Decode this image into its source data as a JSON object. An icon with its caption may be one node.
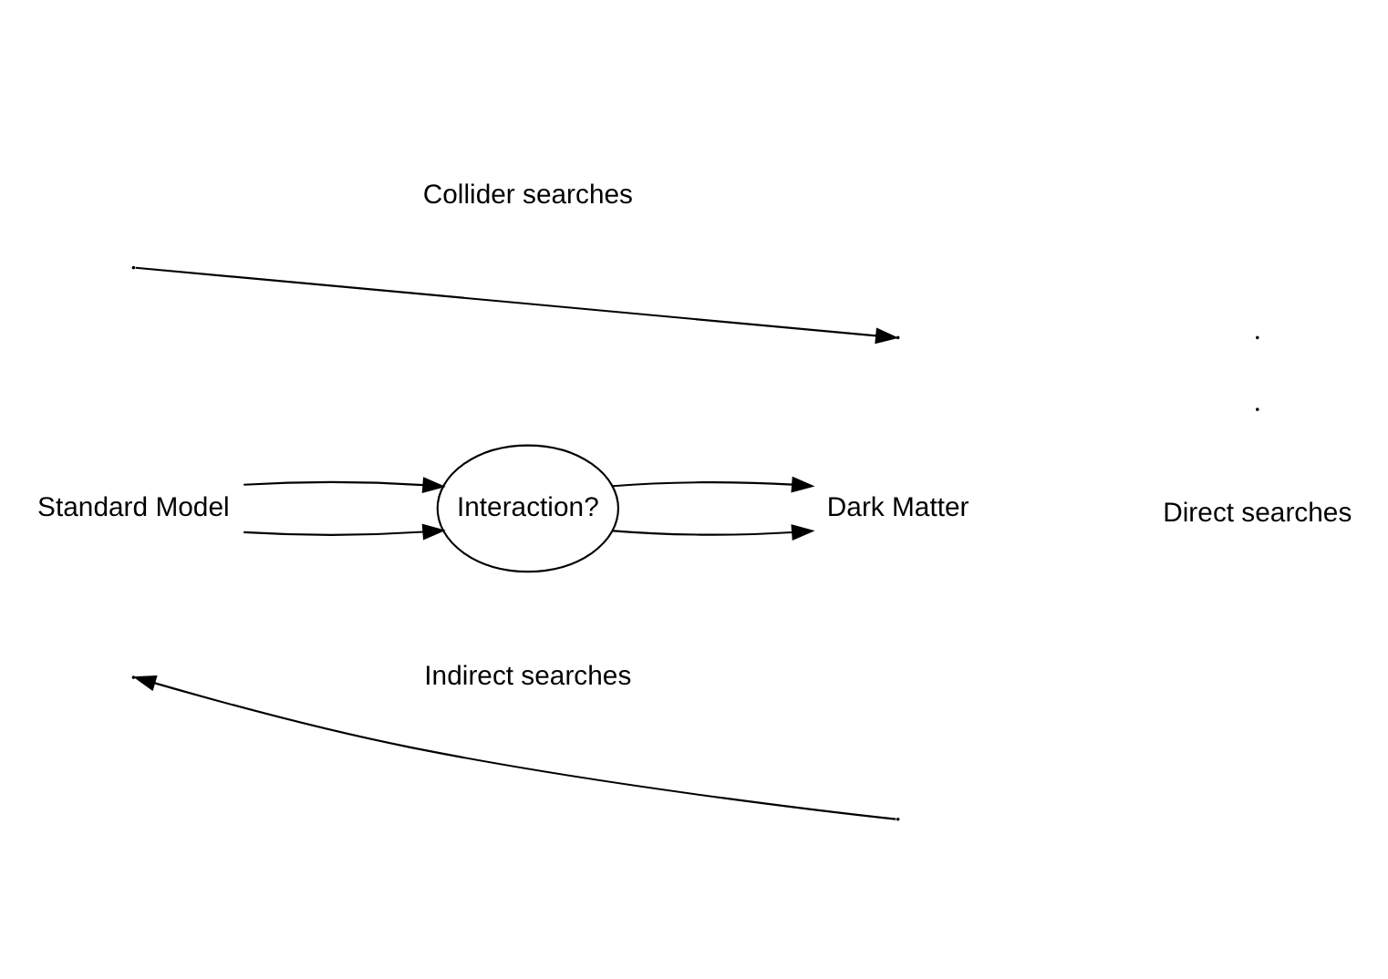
{
  "diagram": {
    "nodes": [
      {
        "text": [
          "Standard Model"
        ]
      },
      {
        "text": [
          "Interaction?"
        ]
      },
      {
        "text": [
          "Dark Matter"
        ]
      }
    ],
    "edges": [
      {
        "from": 0,
        "to": 1,
        "arrow": "to"
      },
      {
        "from": 0,
        "to": 1,
        "arrow": "to"
      },
      {
        "from": 1,
        "to": 2,
        "arrow": "to"
      },
      {
        "from": 1,
        "to": 2,
        "arrow": "to"
      }
    ],
    "labels": [
      "Collider searches",
      "Direct searches",
      "Indirect searches"
    ]
  }
}
